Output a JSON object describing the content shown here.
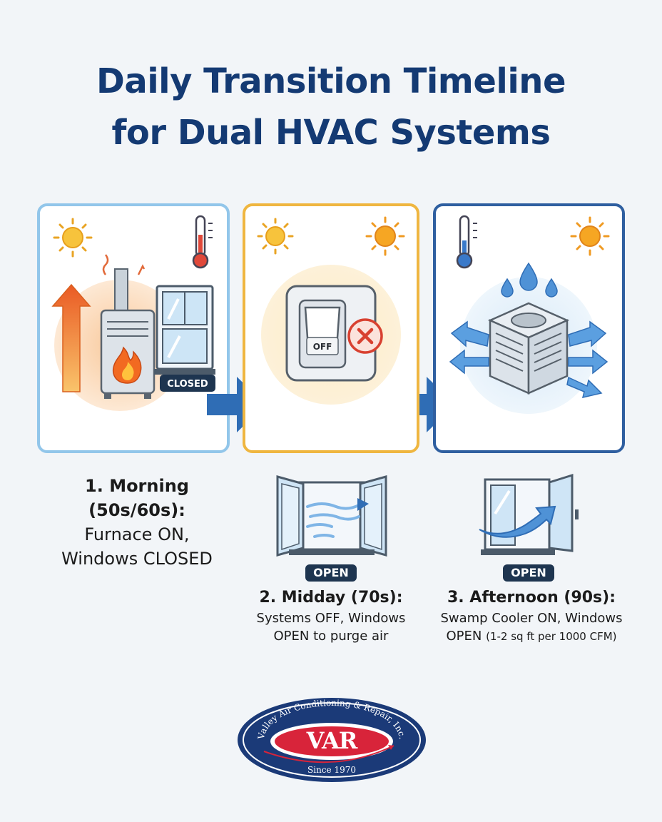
{
  "title_line1": "Daily Transition Timeline",
  "title_line2": "for Dual HVAC Systems",
  "steps": [
    {
      "heading_line1": "1. Morning",
      "heading_line2": "(50s/60s):",
      "body_line1": "Furnace ON,",
      "body_line2": "Windows CLOSED",
      "badge": "CLOSED",
      "icons": [
        "sun-icon",
        "thermometer-hot-icon",
        "furnace-icon",
        "flame-icon",
        "heat-arrow-icon",
        "closed-window-icon"
      ]
    },
    {
      "heading": "2. Midday (70s):",
      "body_line1": "Systems OFF, Windows",
      "body_line2": "OPEN to purge air",
      "switch_label": "OFF",
      "badge": "OPEN",
      "icons": [
        "sun-icon",
        "sun-icon",
        "light-switch-icon",
        "x-circle-icon",
        "open-window-icon",
        "airflow-icon"
      ]
    },
    {
      "heading": "3. Afternoon (90s):",
      "body_line1": "Swamp Cooler ON, Windows",
      "body_line2_main": "OPEN ",
      "body_line2_small": "(1-2 sq ft per 1000 CFM)",
      "badge": "OPEN",
      "icons": [
        "thermometer-cold-icon",
        "sun-icon",
        "water-drop-icon",
        "swamp-cooler-icon",
        "airflow-arrow-icon",
        "open-window-icon"
      ]
    }
  ],
  "logo": {
    "company": "Valley Air Conditioning & Repair, Inc.",
    "mark": "VAR",
    "since": "Since 1970"
  },
  "colors": {
    "title": "#143a73",
    "card1_border": "#92c6ea",
    "card2_border": "#efb640",
    "card3_border": "#2f5fa0",
    "arrow": "#2f6db5",
    "badge": "#1e3550",
    "logo_red": "#d8243a",
    "logo_navy": "#1b3a78"
  }
}
